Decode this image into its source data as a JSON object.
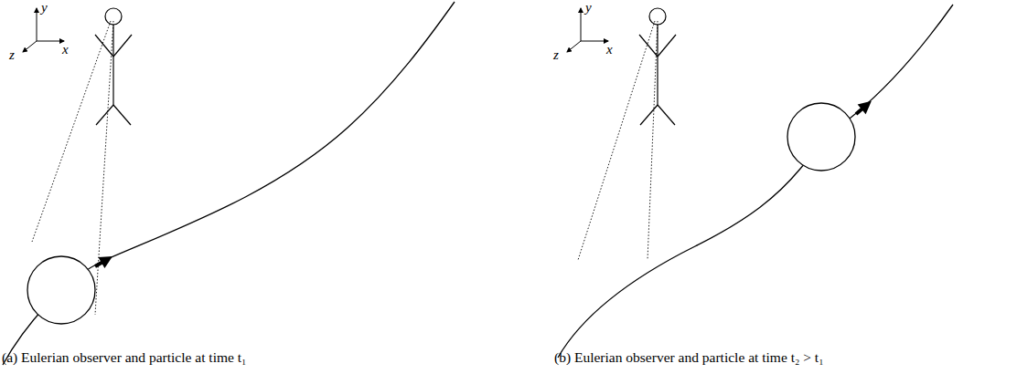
{
  "diagram": {
    "labels": [
      "y",
      "z",
      "x",
      "(a) Eulerian observer and particle at time t₁",
      "y",
      "z",
      "x",
      "(b) Eulerian observer and particle at time t₂ > t₁"
    ]
  }
}
